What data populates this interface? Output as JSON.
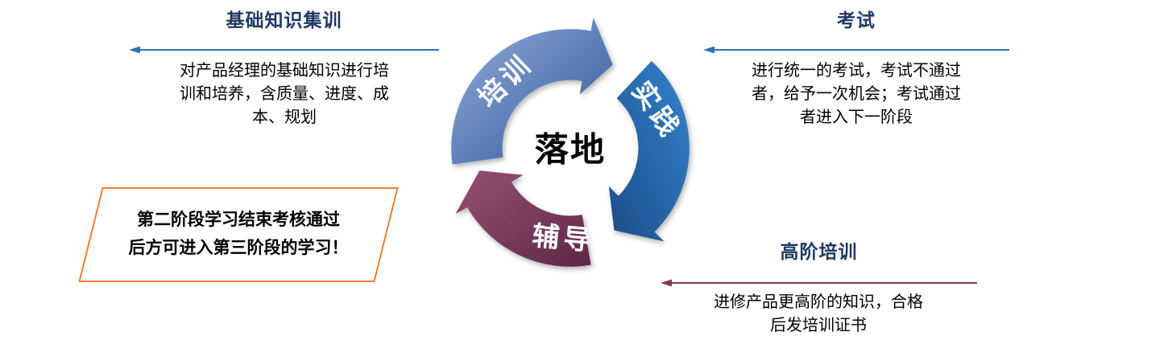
{
  "diagram": {
    "center_label": "落地",
    "segments": [
      {
        "name": "training",
        "label": "培训"
      },
      {
        "name": "practice",
        "label": "实践"
      },
      {
        "name": "coaching",
        "label": "辅导"
      }
    ]
  },
  "annotations": {
    "top_left": {
      "title": "基础知识集训",
      "lines": [
        "对产品经理的基础知识进行培",
        "训和培养，含质量、进度、成",
        "本、规划"
      ]
    },
    "top_right": {
      "title": "考试",
      "lines": [
        "进行统一的考试，考试不通过",
        "者，给予一次机会；考试通过",
        "者进入下一阶段"
      ]
    },
    "bottom_right": {
      "title": "高阶培训",
      "lines": [
        "进修产品更高阶的知识，合格",
        "后发培训证书"
      ]
    }
  },
  "callout": {
    "lines": [
      "第二阶段学习结束考核通过",
      "后方可进入第三阶段的学习！"
    ]
  },
  "colors": {
    "title_navy": "#1F3864",
    "blue_arrow_line": "#2E74B5",
    "plum_arrow_line": "#7C3A5C",
    "callout_border_orange": "#ED7D31",
    "training_arc_blue": "#4472C4",
    "practice_arc_blue": "#1F5FA8",
    "coaching_arc_plum": "#7B3558"
  }
}
